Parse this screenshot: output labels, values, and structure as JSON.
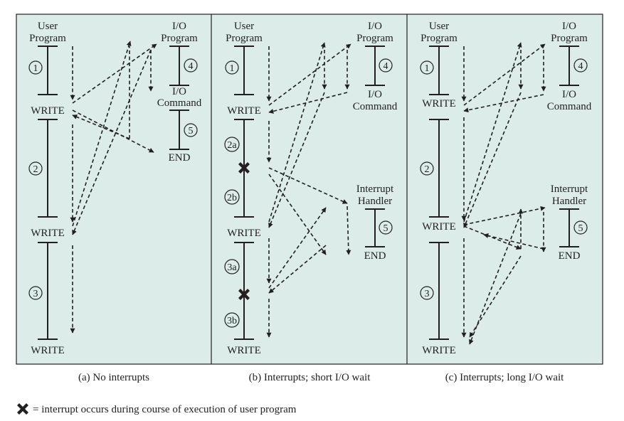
{
  "panels": [
    {
      "caption": "(a) No interrupts",
      "user_program_label": [
        "User",
        "Program"
      ],
      "io_program_label": [
        "I/O",
        "Program"
      ],
      "io_command_label": [
        "I/O",
        "Command"
      ],
      "end_label": "END",
      "write_labels": [
        "WRITE",
        "WRITE",
        "WRITE"
      ],
      "segments": [
        "1",
        "2",
        "3"
      ],
      "io_segments": [
        "4",
        "5"
      ]
    },
    {
      "caption": "(b) Interrupts; short I/O wait",
      "user_program_label": [
        "User",
        "Program"
      ],
      "io_program_label": [
        "I/O",
        "Program"
      ],
      "io_command_label": [
        "I/O",
        "Command"
      ],
      "handler_label": [
        "Interrupt",
        "Handler"
      ],
      "end_label": "END",
      "write_labels": [
        "WRITE",
        "WRITE",
        "WRITE"
      ],
      "segments": [
        "1",
        "2a",
        "2b",
        "3a",
        "3b"
      ],
      "io_segments": [
        "4",
        "5"
      ]
    },
    {
      "caption": "(c) Interrupts; long I/O wait",
      "user_program_label": [
        "User",
        "Program"
      ],
      "io_program_label": [
        "I/O",
        "Program"
      ],
      "io_command_label": [
        "I/O",
        "Command"
      ],
      "handler_label": [
        "Interrupt",
        "Handler"
      ],
      "end_label": "END",
      "write_labels": [
        "WRITE",
        "WRITE",
        "WRITE"
      ],
      "segments": [
        "1",
        "2",
        "3"
      ],
      "io_segments": [
        "4",
        "5"
      ]
    }
  ],
  "legend": {
    "text": "= interrupt occurs during course of execution of user program",
    "icon": "x-cross-icon"
  },
  "colors": {
    "panel_background": "#dcece8",
    "ink": "#231f20"
  }
}
